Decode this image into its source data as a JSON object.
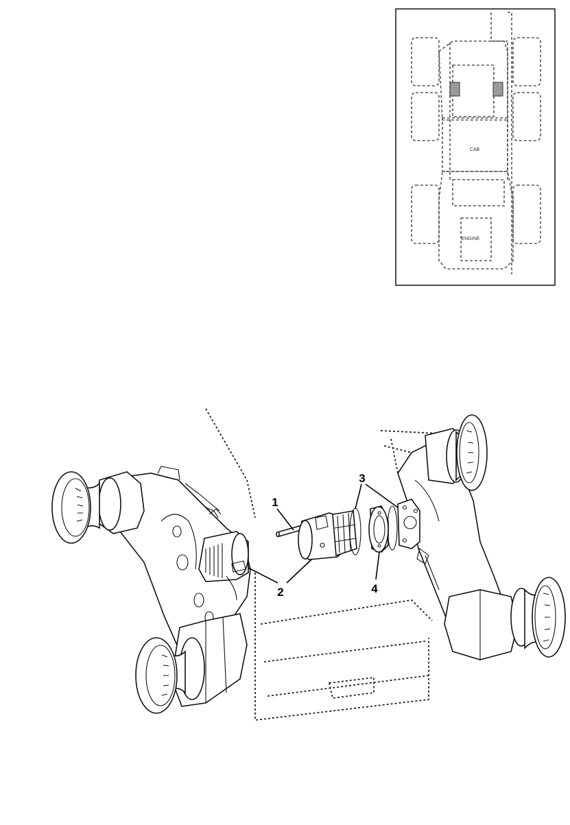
{
  "callouts": {
    "c1": "1",
    "c2": "2",
    "c3": "3",
    "c4": "4"
  },
  "locator": {
    "cab_label": "CAB",
    "engine_label": "ENGINE"
  },
  "colors": {
    "line": "#111111",
    "ghost": "#555555",
    "highlight": "#9a9a9a"
  }
}
